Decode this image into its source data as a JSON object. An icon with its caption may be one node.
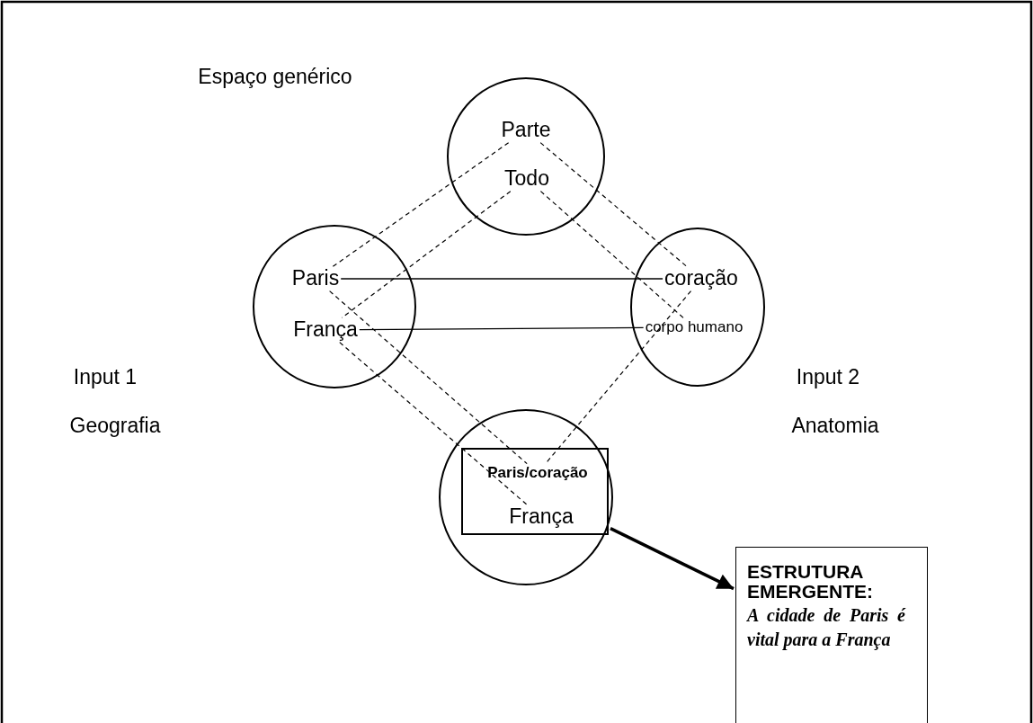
{
  "diagram": {
    "nodes": [
      {
        "text": [],
        "shape": "circle"
      },
      {
        "text": [
          "Parte"
        ],
        "in": 0
      },
      {
        "text": [
          "Todo"
        ],
        "in": 0
      },
      {
        "text": [],
        "shape": "circle",
        "beside": [
          "Input 1",
          "Geografia"
        ]
      },
      {
        "text": [
          "Paris"
        ],
        "in": 3
      },
      {
        "text": [
          "França"
        ],
        "in": 3
      },
      {
        "text": [],
        "shape": "circle",
        "beside": [
          "Input 2",
          "Anatomia"
        ]
      },
      {
        "text": [
          "coração"
        ],
        "in": 6
      },
      {
        "text": [
          "corpo humano"
        ],
        "in": 6
      },
      {
        "text": [],
        "shape": "circle"
      },
      {
        "text": [],
        "shape": "box",
        "in": 9
      },
      {
        "text": [
          "Paris/coração"
        ],
        "in": 10
      },
      {
        "text": [
          "França"
        ],
        "in": 10
      },
      {
        "text": [
          "ESTRUTURA EMERGENTE:",
          "A cidade de Paris é vital para a França"
        ]
      }
    ],
    "edges": [
      {
        "from": 1,
        "to": 4,
        "arrow": "none",
        "style": "dashed"
      },
      {
        "from": 2,
        "to": 5,
        "arrow": "none",
        "style": "dashed"
      },
      {
        "from": 1,
        "to": 7,
        "arrow": "none",
        "style": "dashed"
      },
      {
        "from": 2,
        "to": 8,
        "arrow": "none",
        "style": "dashed"
      },
      {
        "from": 4,
        "to": 11,
        "arrow": "none",
        "style": "dashed"
      },
      {
        "from": 7,
        "to": 11,
        "arrow": "none",
        "style": "dashed"
      },
      {
        "from": 5,
        "to": 12,
        "arrow": "none",
        "style": "dashed"
      },
      {
        "from": 4,
        "to": 7,
        "arrow": "none"
      },
      {
        "from": 5,
        "to": 8,
        "arrow": "none"
      },
      {
        "from": 10,
        "to": 13,
        "arrow": "to",
        "style": "thick"
      }
    ],
    "labels": [
      "Espaço genérico"
    ]
  }
}
